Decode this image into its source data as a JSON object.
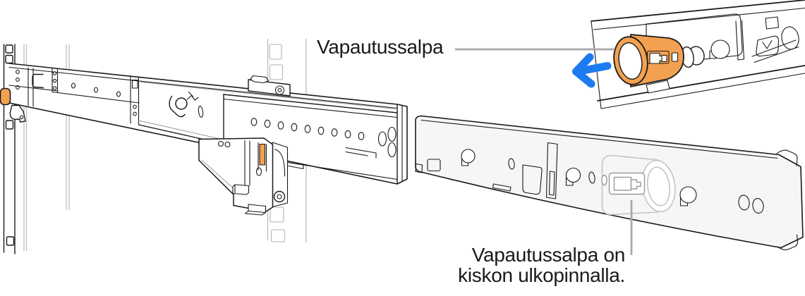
{
  "labels": {
    "release_latch": "Vapautussalpa",
    "latch_location_line1": "Vapautussalpa on",
    "latch_location_line2": "kiskon ulkopinnalla."
  },
  "icons": [
    "left-arrow-icon"
  ],
  "colors": {
    "latch_orange": "#F2A150",
    "arrow_blue": "#1D7BF2",
    "leader_gray": "#A8A8A8",
    "line_dark": "#1A1A1A",
    "ghost_gray": "#C4C4C4",
    "faint_gray": "#BDBDBD",
    "panel_fill": "#F6F6F6",
    "background": "#FFFFFF"
  }
}
